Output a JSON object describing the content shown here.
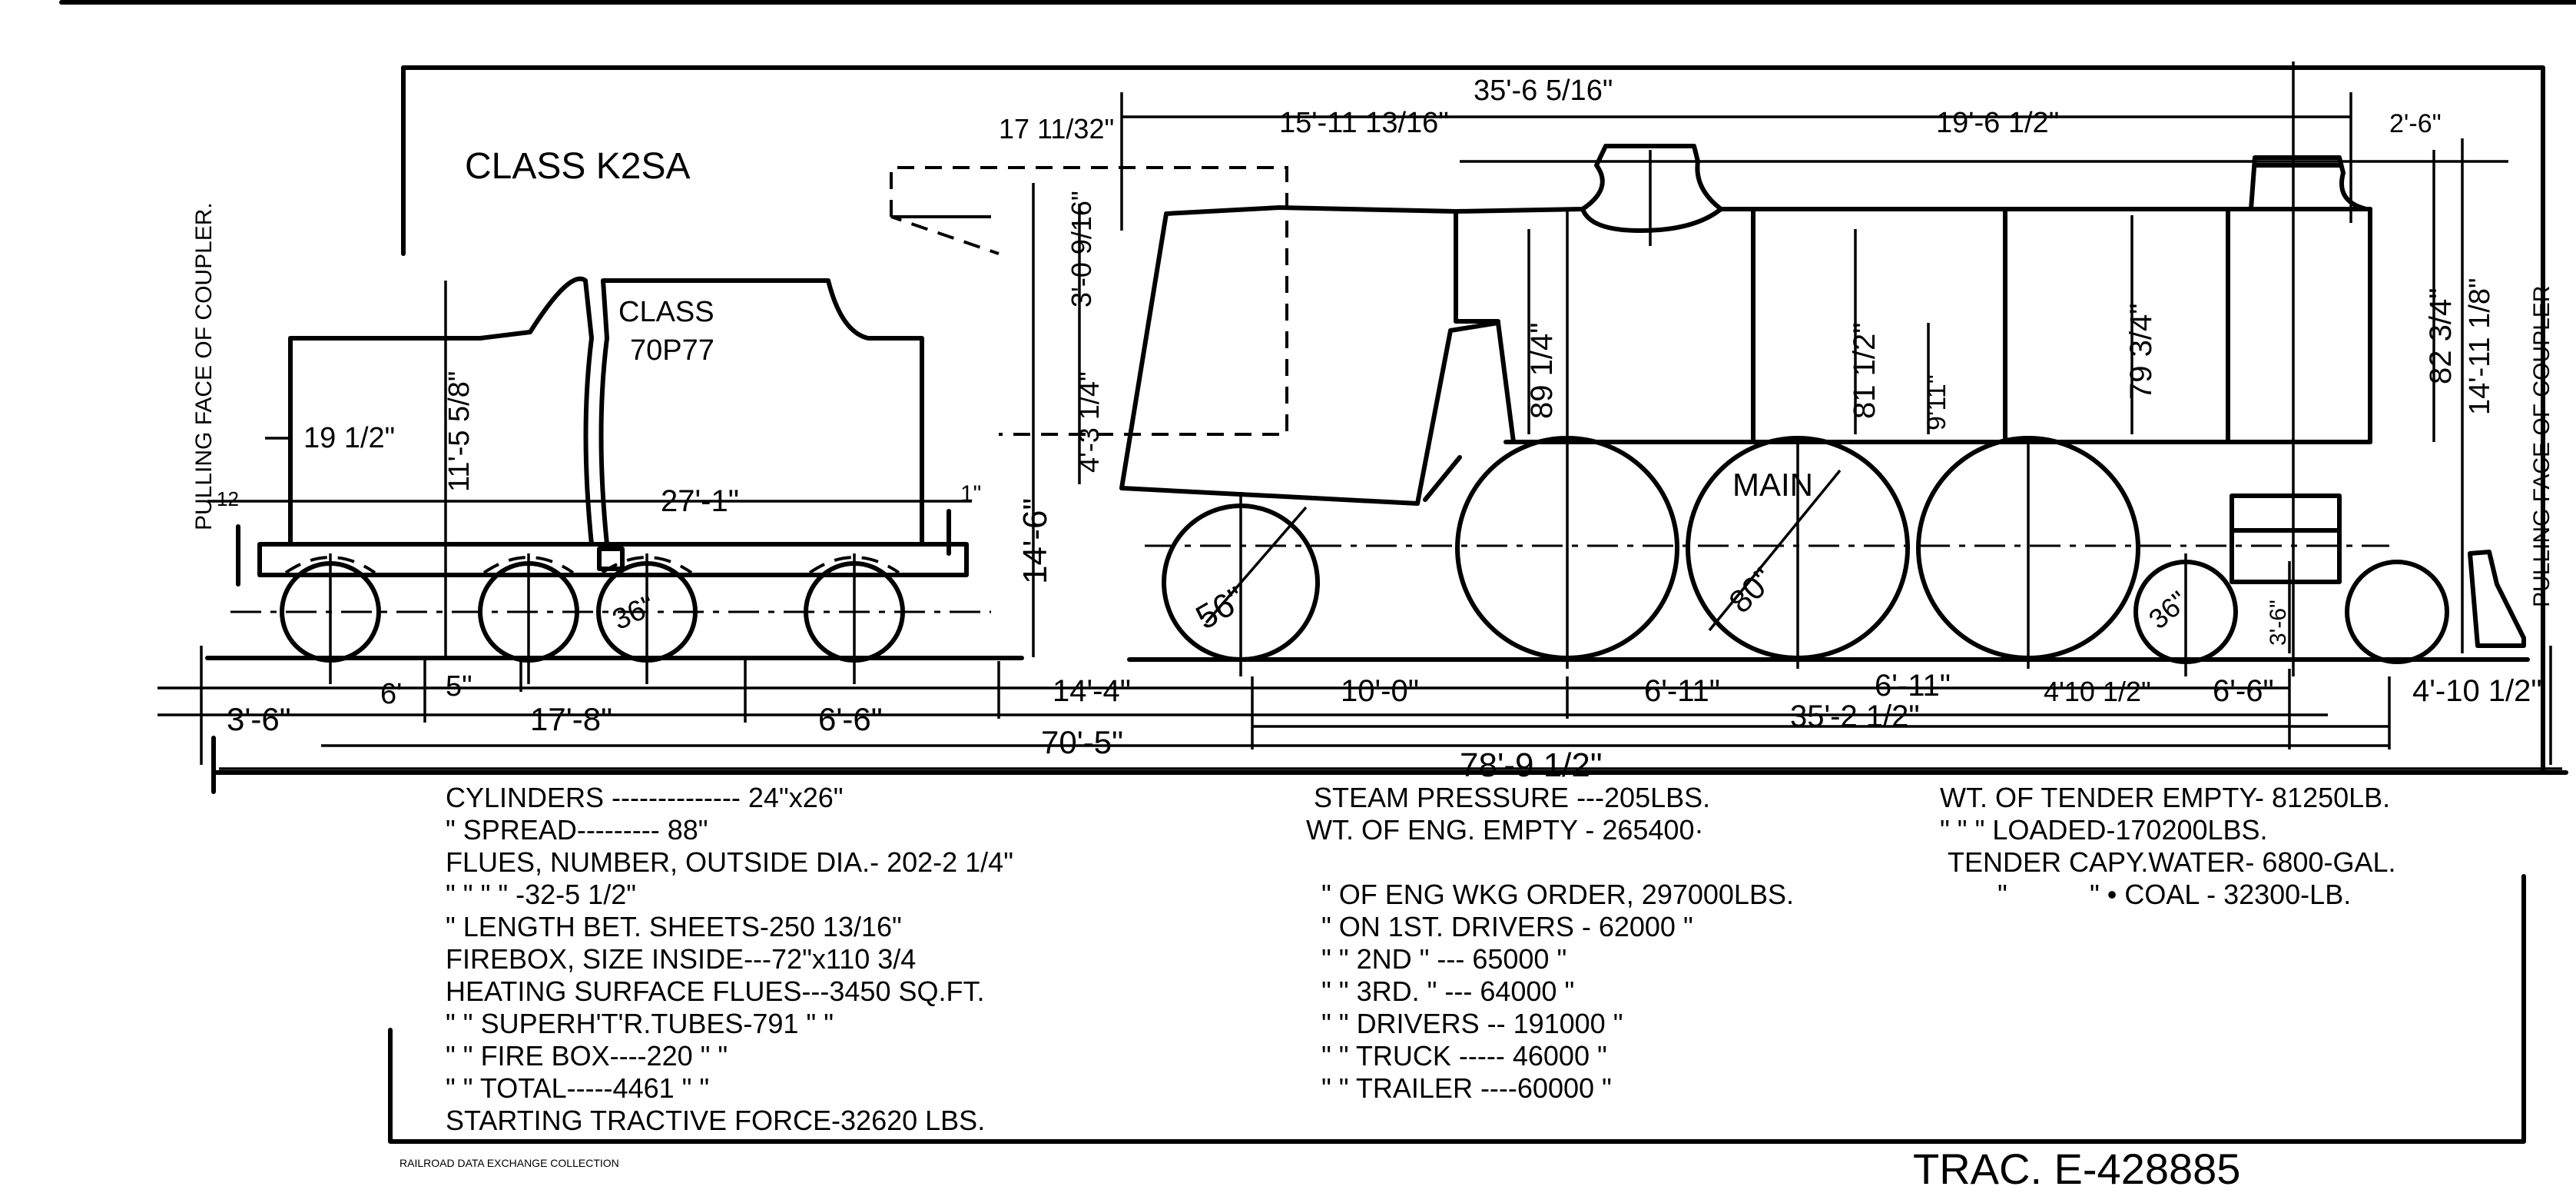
{
  "drawing": {
    "engine_class": "CLASS K2SA",
    "tender_class_line1": "CLASS",
    "tender_class_line2": "70P77",
    "left_coupler": "PULLING FACE OF COUPLER.",
    "right_coupler": "PULLING FACE OF COUPLER",
    "dimensions": {
      "d_35_6": "35'-6 5/16\"",
      "d_15_11": "15'-11 13/16\"",
      "d_19_6": "19'-6 1/2\"",
      "d_2_6": "2'-6\"",
      "d_17_11": "17 11/32\"",
      "d_3_0": "3'-0 9/16\"",
      "d_4_3": "4'-3 1/4\"",
      "d_14_6_v": "14'-6\"",
      "d_19_half": "19 1/2\"",
      "d_11_5": "11'-5 5/8\"",
      "d_27_1": "27'-1\"",
      "d_12": "12",
      "d_1": "1\"",
      "d_36_tender": "36\"",
      "d_56": "56\"",
      "d_main": "MAIN",
      "d_80": "80\"",
      "d_36_trailer": "36\"",
      "d_89": "89 1/4\"",
      "d_81": "81 1/2\"",
      "d_9_11": "9'11\"",
      "d_79": "79 3/4\"",
      "d_82": "82 3/4\"",
      "d_14_11": "14'-11 1/8\"",
      "d_3_6_v": "3'-6\"",
      "d_3_6": "3'-6\"",
      "d_6": "6'",
      "d_5": "5\"",
      "d_17_8": "17'-8\"",
      "d_6_6_t": "6'-6\"",
      "d_14_4": "14'-4\"",
      "d_10_0": "10'-0\"",
      "d_6_11a": "6'-11\"",
      "d_6_11b": "6'-11\"",
      "d_4_10a": "4'10 1/2\"",
      "d_6_6_e": "6'-6\"",
      "d_4_10b": "4'-10 1/2\"",
      "d_35_2": "35'-2 1/2\"",
      "d_70_5": "70'-5\"",
      "d_78_9": "78'-9 1/2\""
    }
  },
  "specs": {
    "col1": [
      "CYLINDERS -------------- 24\"x26\"",
      "\"        SPREAD--------- 88\"",
      "FLUES, NUMBER, OUTSIDE DIA.- 202-2 1/4\"",
      "\"        \"        \"        \"  -32-5 1/2\"",
      "\"    LENGTH BET. SHEETS-250 13/16\"",
      "FIREBOX, SIZE INSIDE---72\"x110 3/4",
      "HEATING SURFACE FLUES---3450    SQ.FT.",
      "\"        \" SUPERH'T'R.TUBES-791    \"   \"",
      "\"        \" FIRE BOX----220    \"   \"",
      "\"        \" TOTAL-----4461    \"   \"",
      "STARTING  TRACTIVE FORCE-32620 LBS."
    ],
    "col2": [
      "STEAM PRESSURE ---205LBS.",
      "WT. OF ENG. EMPTY - 265400·",
      "",
      "\" OF ENG WKG ORDER, 297000LBS.",
      "\" ON 1ST. DRIVERS - 62000 \"",
      "\"    \"  2ND    \" --- 65000 \"",
      "\"    \"  3RD.   \" --- 64000 \"",
      "\"    \" DRIVERS -- 191000 \"",
      "\"    \" TRUCK ----- 46000 \"",
      "\"    \" TRAILER ----60000 \""
    ],
    "col3": [
      "WT. OF TENDER EMPTY- 81250LB.",
      "\"    \"    \"   LOADED-170200LBS.",
      "TENDER CAPY.WATER- 6800-GAL.",
      "\"   •   COAL - 32300-LB.",
      "\""
    ]
  },
  "footer": {
    "collection": "RAILROAD DATA EXCHANGE COLLECTION",
    "trac": "TRAC. E-428885"
  }
}
